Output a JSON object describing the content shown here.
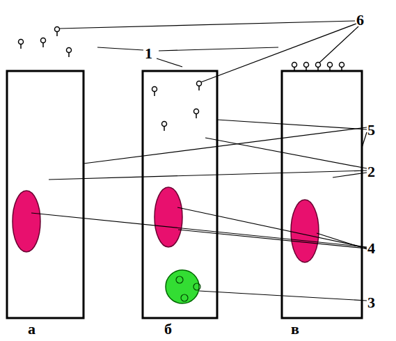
{
  "diagram": {
    "labels": [
      "6",
      "1",
      "5",
      "2",
      "4",
      "3",
      "а",
      "б",
      "в"
    ]
  }
}
